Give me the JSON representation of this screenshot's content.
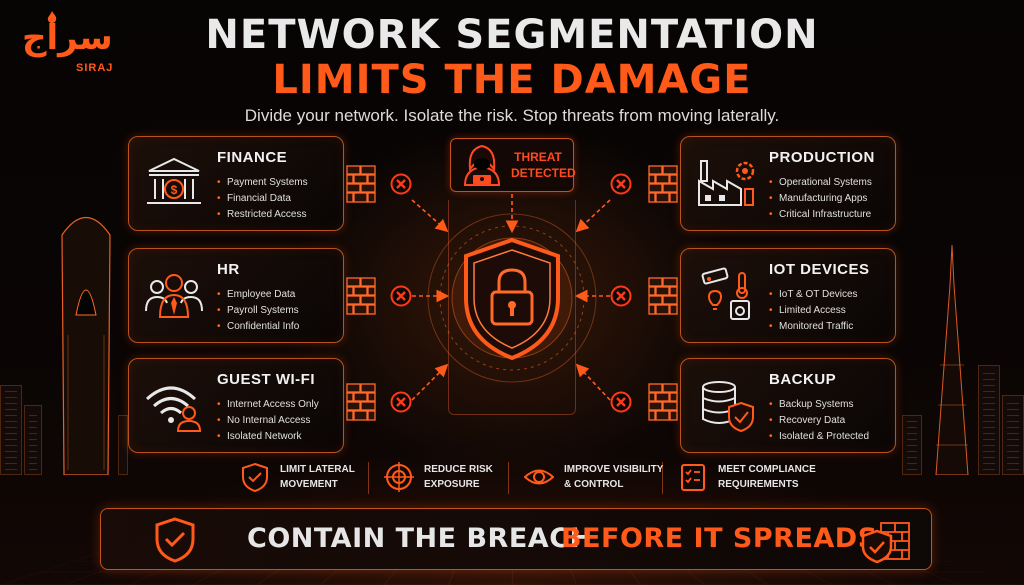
{
  "brand": {
    "arabic": "سراج",
    "latin": "SIRAJ"
  },
  "title_line1": "NETWORK SEGMENTATION",
  "title_line2": "LIMITS THE DAMAGE",
  "subtitle": "Divide your network. Isolate the risk. Stop threats from moving laterally.",
  "colors": {
    "accent": "#ff5a1a",
    "threat": "#ff4a20",
    "background": "#050404",
    "text": "#e9e9e9"
  },
  "threat": {
    "line1": "THREAT",
    "line2": "DETECTED",
    "icon": "hacker-icon"
  },
  "center_icon": "shield-lock-icon",
  "left_segments": [
    {
      "title": "FINANCE",
      "icon": "bank-icon",
      "items": [
        "Payment Systems",
        "Financial Data",
        "Restricted Access"
      ]
    },
    {
      "title": "HR",
      "icon": "people-icon",
      "items": [
        "Employee Data",
        "Payroll Systems",
        "Confidential Info"
      ]
    },
    {
      "title": "GUEST WI-FI",
      "icon": "wifi-user-icon",
      "items": [
        "Internet Access Only",
        "No Internal Access",
        "Isolated Network"
      ]
    }
  ],
  "right_segments": [
    {
      "title": "PRODUCTION",
      "icon": "factory-icon",
      "items": [
        "Operational Systems",
        "Manufacturing Apps",
        "Critical Infrastructure"
      ]
    },
    {
      "title": "IOT DEVICES",
      "icon": "iot-icon",
      "items": [
        "IoT & OT Devices",
        "Limited Access",
        "Monitored Traffic"
      ]
    },
    {
      "title": "BACKUP",
      "icon": "database-shield-icon",
      "items": [
        "Backup Systems",
        "Recovery Data",
        "Isolated & Protected"
      ]
    }
  ],
  "benefits": [
    {
      "line1": "LIMIT LATERAL",
      "line2": "MOVEMENT",
      "icon": "shield-check-icon"
    },
    {
      "line1": "REDUCE RISK",
      "line2": "EXPOSURE",
      "icon": "target-icon"
    },
    {
      "line1": "IMPROVE VISIBILITY",
      "line2": "& CONTROL",
      "icon": "eye-icon"
    },
    {
      "line1": "MEET COMPLIANCE",
      "line2": "REQUIREMENTS",
      "icon": "checklist-icon"
    }
  ],
  "banner": {
    "part1": "CONTAIN THE BREACH",
    "part2": "BEFORE IT SPREADS"
  }
}
